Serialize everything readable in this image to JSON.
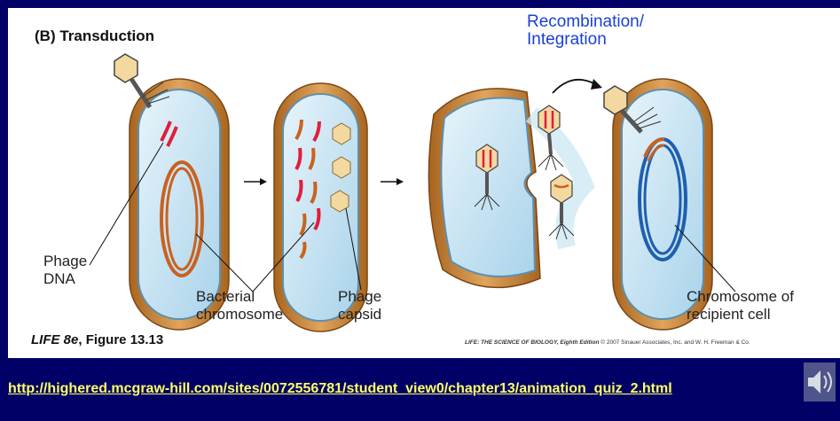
{
  "diagram": {
    "panel_title": "(B) Transduction",
    "overlay_title": "Recombination/\nIntegration",
    "labels": {
      "phage_dna": "Phage\nDNA",
      "bacterial_chromosome": "Bacterial\nchromosome",
      "phage_capsid": "Phage\ncapsid",
      "chromosome_recipient": "Chromosome of\nrecipient cell"
    },
    "figure_label": {
      "book": "LIFE 8e",
      "figure": ", Figure 13.13"
    },
    "copyright": {
      "book": "LIFE: THE SCIENCE OF BIOLOGY, Eighth Edition",
      "text": " © 2007 Sinauer Associates, Inc. and W. H. Freeman & Co."
    }
  },
  "footer": {
    "link_text": "http://highered.mcgraw-hill.com/sites/0072556781/student_view0/chapter13/animation_quiz_2.html"
  },
  "icons": {
    "speaker": "speaker-icon"
  },
  "colors": {
    "background": "#000066",
    "overlay_title": "#1a3fd6",
    "link": "#ffff66",
    "cell_wall": "#c8823a",
    "cytoplasm": "#cfe8f5",
    "dna_red": "#e01e3a",
    "dna_orange": "#c8621f",
    "chromosome_blue": "#1f5fb0"
  }
}
